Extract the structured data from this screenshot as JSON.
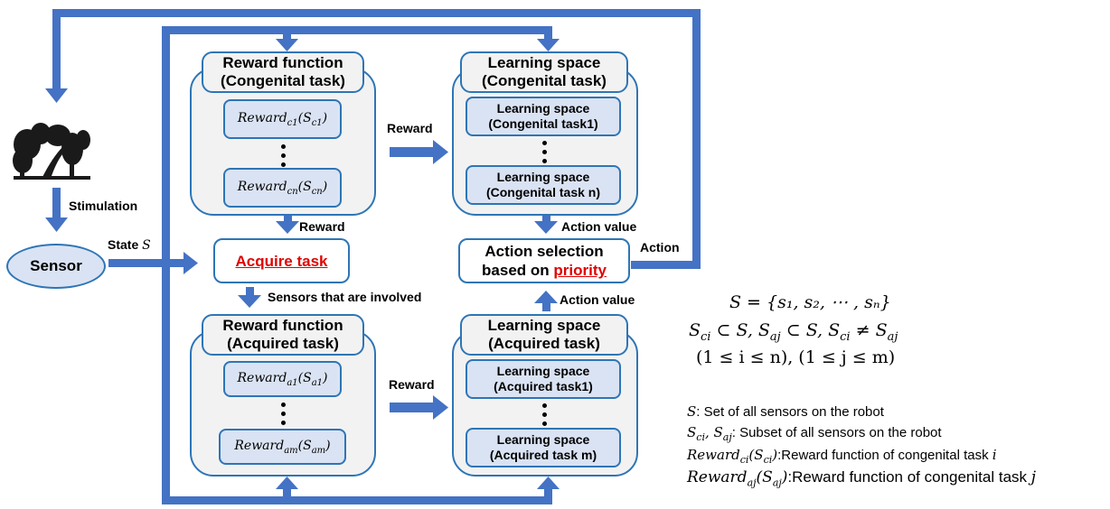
{
  "reward_function_congenital": {
    "title_line1": "Reward function",
    "title_line2": "(Congenital task)",
    "first_fn": "Reward",
    "first_sub": "c1",
    "first_arg": "S",
    "first_arg_sub": "c1",
    "last_fn": "Reward",
    "last_sub": "cn",
    "last_arg": "S",
    "last_arg_sub": "cn"
  },
  "learning_space_congenital": {
    "title_line1": "Learning space",
    "title_line2": "(Congenital task)",
    "first_line1": "Learning space",
    "first_line2": "(Congenital task1)",
    "last_line1": "Learning space",
    "last_line2": "(Congenital task n)"
  },
  "reward_function_acquired": {
    "title_line1": "Reward function",
    "title_line2": "(Acquired task)",
    "first_fn": "Reward",
    "first_sub": "a1",
    "first_arg": "S",
    "first_arg_sub": "a1",
    "last_fn": "Reward",
    "last_sub": "am",
    "last_arg": "S",
    "last_arg_sub": "am"
  },
  "learning_space_acquired": {
    "title_line1": "Learning space",
    "title_line2": "(Acquired task)",
    "first_line1": "Learning space",
    "first_line2": "(Acquired task1)",
    "last_line1": "Learning space",
    "last_line2": "(Acquired task m)"
  },
  "acquire_task": "Acquire task",
  "action_selection": {
    "line1": "Action selection",
    "line2_prefix": "based on ",
    "line2_highlight": "priority"
  },
  "sensor": "Sensor",
  "labels": {
    "reward_top": "Reward",
    "reward_mid": "Reward",
    "reward_bottom": "Reward",
    "action_value_top": "Action value",
    "action_value_bottom": "Action value",
    "action": "Action",
    "stimulation": "Stimulation",
    "state": "State",
    "state_symbol": "S",
    "sensors_involved": "Sensors that are involved"
  },
  "equations": {
    "line1": "S = {s₁, s₂, ⋯ , sₙ}",
    "line3": "(1 ≤ i ≤ n), (1 ≤ j ≤ m)"
  },
  "legend": {
    "item1_sym": "S",
    "item1_text": ": Set of all sensors on the robot",
    "item2_text": ": Subset of all sensors on the robot",
    "item3_text": ":Reward function of congenital task ",
    "item3_var": "i",
    "item4_text": ":Reward function of congenital task ",
    "item4_var": "j"
  },
  "colors": {
    "arrow": "#4472c4",
    "border": "#2e75b6",
    "group_fill": "#f2f2f2",
    "inner_fill": "#dae3f3",
    "highlight": "#e00000"
  }
}
